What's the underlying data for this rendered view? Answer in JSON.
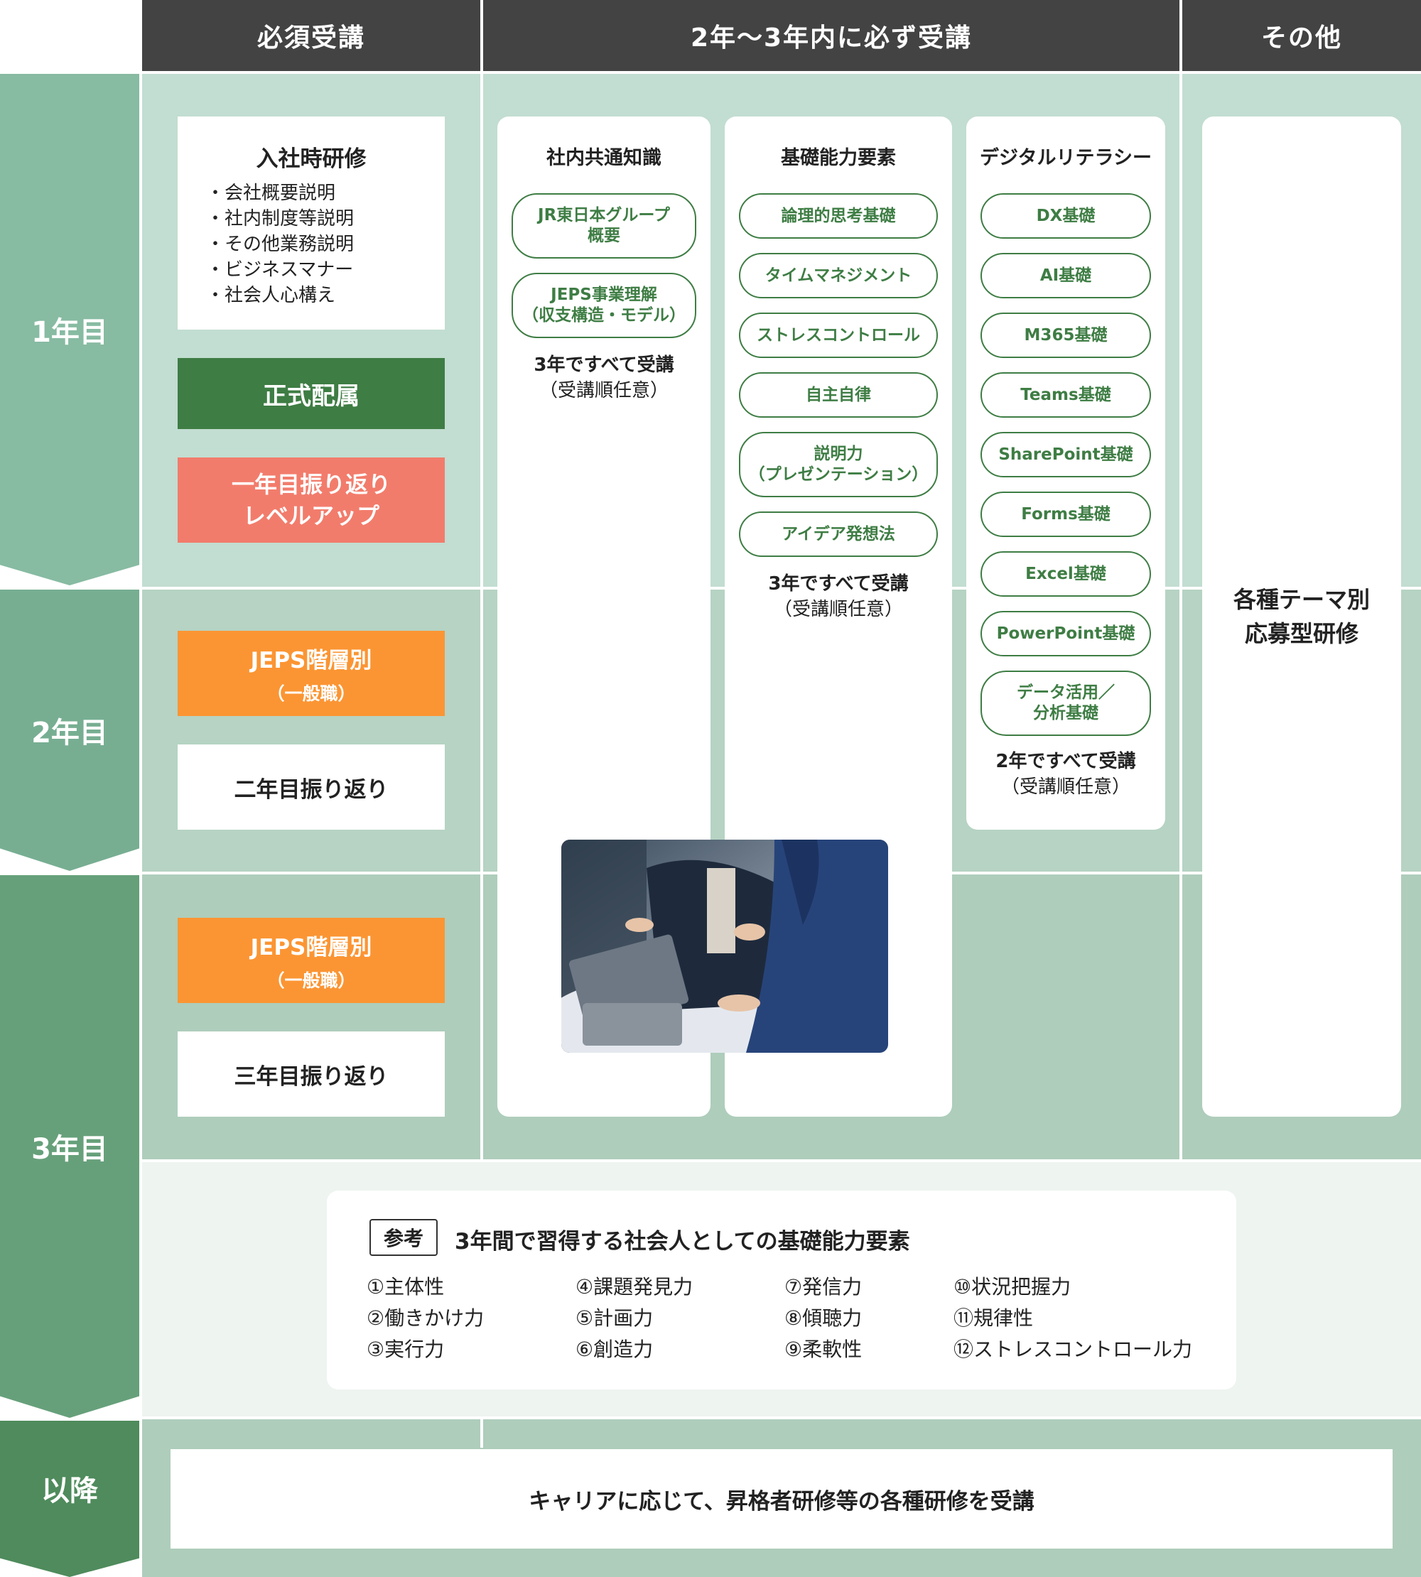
{
  "headers": {
    "required": "必須受講",
    "within": "2年～3年内に必ず受講",
    "other": "その他"
  },
  "years": {
    "y1": "1年目",
    "y2": "2年目",
    "y3": "3年目",
    "after": "以降"
  },
  "colors": {
    "header": "#434343",
    "year1": "#87bba2",
    "year2": "#77ae92",
    "year3": "#66a07a",
    "after": "#4f8b5c",
    "bg_y1": "#c2ddd1",
    "bg_y2": "#b6d3c3",
    "bg_y3": "#aecdbb",
    "green_box": "#3e7d44",
    "salmon_box": "#f27c6c",
    "orange_box": "#fb9533",
    "pill_text": "#3e7d44"
  },
  "required": {
    "orientation": {
      "title": "入社時研修",
      "items": [
        "・会社概要説明",
        "・社内制度等説明",
        "・その他業務説明",
        "・ビジネスマナー",
        "・社会人心構え"
      ]
    },
    "assignment": "正式配属",
    "review1": {
      "line1": "一年目振り返り",
      "line2": "レベルアップ"
    },
    "jeps2": {
      "title": "JEPS階層別",
      "sub": "（一般職）"
    },
    "review2": "二年目振り返り",
    "jeps3": {
      "title": "JEPS階層別",
      "sub": "（一般職）"
    },
    "review3": "三年目振り返り"
  },
  "common": {
    "title": "社内共通知識",
    "pills": [
      "JR東日本グループ\n概要",
      "JEPS事業理解\n（収支構造・モデル）"
    ],
    "note_main": "3年ですべて受講",
    "note_sub": "（受講順任意）"
  },
  "basic": {
    "title": "基礎能力要素",
    "pills": [
      "論理的思考基礎",
      "タイムマネジメント",
      "ストレスコントロール",
      "自主自律",
      "説明力\n（プレゼンテーション）",
      "アイデア発想法"
    ],
    "note_main": "3年ですべて受講",
    "note_sub": "（受講順任意）"
  },
  "digital": {
    "title": "デジタルリテラシー",
    "pills": [
      "DX基礎",
      "AI基礎",
      "M365基礎",
      "Teams基礎",
      "SharePoint基礎",
      "Forms基礎",
      "Excel基礎",
      "PowerPoint基礎",
      "データ活用／\n分析基礎"
    ],
    "note_main": "2年ですべて受講",
    "note_sub": "（受講順任意）"
  },
  "other": {
    "line1": "各種テーマ別",
    "line2": "応募型研修"
  },
  "reference": {
    "tag": "参考",
    "title": "3年間で習得する社会人としての基礎能力要素",
    "col1": [
      "①主体性",
      "②働きかけ力",
      "③実行力"
    ],
    "col2": [
      "④課題発見力",
      "⑤計画力",
      "⑥創造力"
    ],
    "col3": [
      "⑦発信力",
      "⑧傾聴力",
      "⑨柔軟性"
    ],
    "col4": [
      "⑩状況把握力",
      "⑪規律性",
      "⑫ストレスコントロール力"
    ]
  },
  "after_text": "キャリアに応じて、昇格者研修等の各種研修を受講"
}
